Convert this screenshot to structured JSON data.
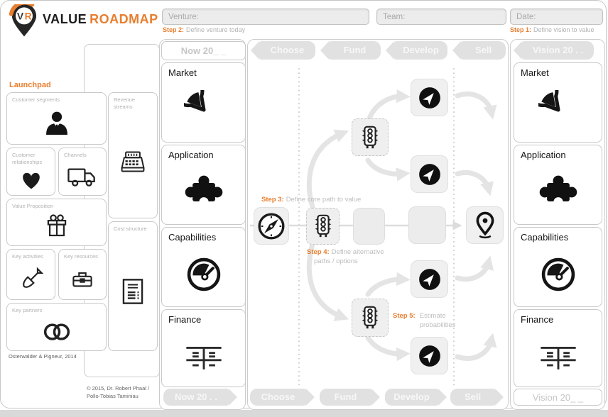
{
  "logo": {
    "initial_v": "V",
    "initial_r": "R",
    "value_text": "VALUE",
    "roadmap_text": "ROADMAP"
  },
  "header": {
    "venture_placeholder": "Venture:",
    "team_placeholder": "Team:",
    "date_placeholder": "Date:",
    "step2_prefix": "Step 2:",
    "step2_text": "Define venture today",
    "step1_prefix": "Step 1:",
    "step1_text": "Define vision to value"
  },
  "launchpad": {
    "title": "Launchpad",
    "customer_segments": "Customer segments",
    "revenue_streams": "Revenue streams",
    "customer_relationships": "Customer relationships",
    "channels": "Channels",
    "value_proposition": "Value Proposition",
    "cost_structure": "Cost structure",
    "key_activities": "Key activities",
    "key_resources": "Key resources",
    "key_partners": "Key partners",
    "attribution": "Osterwalder & Pigneur, 2014"
  },
  "meta": {
    "copyright_line1": "© 2015, Dr. Robert Phaal /",
    "copyright_line2": "Pollo-Tobias Taminiau"
  },
  "phases": [
    "Choose",
    "Fund",
    "Develop",
    "Sell"
  ],
  "now_column": {
    "header": "Now 20_ _",
    "rows": [
      "Market",
      "Application",
      "Capabilities",
      "Finance"
    ],
    "footer": "Now 20 . ."
  },
  "vision_column": {
    "header": "Vision 20 . .",
    "rows": [
      "Market",
      "Application",
      "Capabilities",
      "Finance"
    ],
    "footer": "Vision 20_ _"
  },
  "steps": {
    "step3_prefix": "Step 3:",
    "step3_text": "Define core path to value",
    "step4_prefix": "Step 4:",
    "step4_line1": "Define alternative",
    "step4_line2": "paths / options",
    "step5_prefix": "Step 5:",
    "step5_line1": "Estimate",
    "step5_line2": "probabilities"
  },
  "colors": {
    "accent_orange": "#e87e2e",
    "arrow_gray": "#e4e4e4",
    "ink": "#1a1a1a"
  }
}
